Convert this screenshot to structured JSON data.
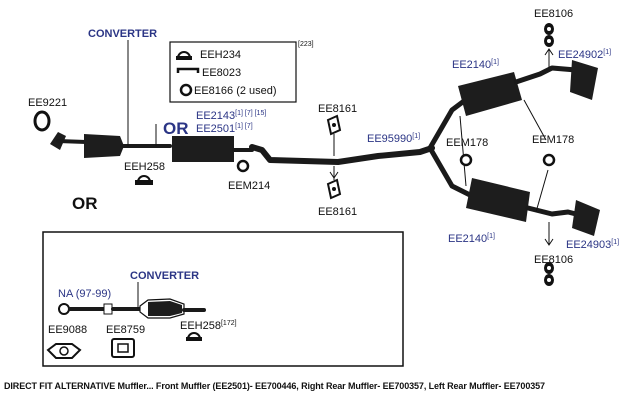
{
  "labels": {
    "converter_top": "CONVERTER",
    "or_left": "OR",
    "or_mid": "OR",
    "ee9221": "EE9221",
    "eeh258": "EEH258",
    "eem214": "EEM214",
    "ee8161_top": "EE8161",
    "ee8161_bottom": "EE8161",
    "ee95990": "EE95990",
    "ee95990_sup": "[1]",
    "eem178_left": "EEM178",
    "eem178_right": "EEM178",
    "ee2140_top": "EE2140",
    "ee2140_top_sup": "[1]",
    "ee2140_bottom": "EE2140",
    "ee2140_bottom_sup": "[1]",
    "ee8106_top": "EE8106",
    "ee8106_bottom": "EE8106",
    "ee24902": "EE24902",
    "ee24902_sup": "[1]",
    "ee24903": "EE24903",
    "ee24903_sup": "[1]",
    "ee2143": "EE2143",
    "ee2143_sup": "[1] [7] [15]",
    "ee2501": "EE2501",
    "ee2501_sup": "[1] [7]"
  },
  "kit_box": {
    "ref": "[223]",
    "items": [
      "EEH234",
      "EE8023",
      "EE8166 (2 used)"
    ]
  },
  "inset": {
    "converter": "CONVERTER",
    "na": "NA (97-99)",
    "ee9088": "EE9088",
    "ee8759": "EE8759",
    "eeh258": "EEH258",
    "eeh258_sup": "[172]"
  },
  "caption": "DIRECT  FIT ALTERNATIVE Muffler... Front Muffler (EE2501)- EE700446, Right Rear Muffler- EE700357, Left Rear Muffler- EE700357"
}
